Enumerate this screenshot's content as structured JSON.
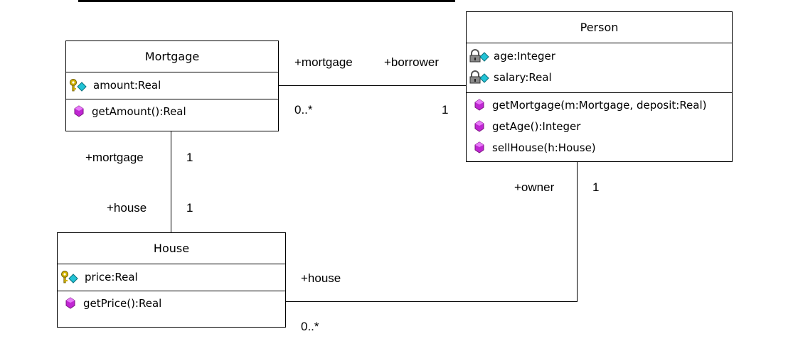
{
  "classes": {
    "mortgage": {
      "name": "Mortgage",
      "attributes": [
        {
          "icon": "key-attribute-icon",
          "text": "amount:Real"
        }
      ],
      "operations": [
        {
          "icon": "public-operation-icon",
          "text": "getAmount():Real"
        }
      ]
    },
    "person": {
      "name": "Person",
      "attributes": [
        {
          "icon": "lock-attribute-icon",
          "text": "age:Integer"
        },
        {
          "icon": "lock-attribute-icon",
          "text": "salary:Real"
        }
      ],
      "operations": [
        {
          "icon": "public-operation-icon",
          "text": "getMortgage(m:Mortgage, deposit:Real)"
        },
        {
          "icon": "public-operation-icon",
          "text": "getAge():Integer"
        },
        {
          "icon": "public-operation-icon",
          "text": "sellHouse(h:House)"
        }
      ]
    },
    "house": {
      "name": "House",
      "attributes": [
        {
          "icon": "key-attribute-icon",
          "text": "price:Real"
        }
      ],
      "operations": [
        {
          "icon": "public-operation-icon",
          "text": "getPrice():Real"
        }
      ]
    }
  },
  "associations": {
    "mortgage_person": {
      "role_mortgage": "+mortgage",
      "mult_mortgage": "0..*",
      "role_person": "+borrower",
      "mult_person": "1"
    },
    "mortgage_house": {
      "role_mortgage": "+mortgage",
      "mult_mortgage": "1",
      "role_house": "+house",
      "mult_house": "1"
    },
    "person_house": {
      "role_person": "+owner",
      "mult_person": "1",
      "role_house": "+house",
      "mult_house": "0..*"
    }
  },
  "colors": {
    "operation_gem": "#c026d3",
    "operation_gem_dark": "#7a1580",
    "attribute_key": "#d4b400",
    "attribute_cyan": "#22c3d6",
    "lock_gray": "#8a8a8a"
  }
}
